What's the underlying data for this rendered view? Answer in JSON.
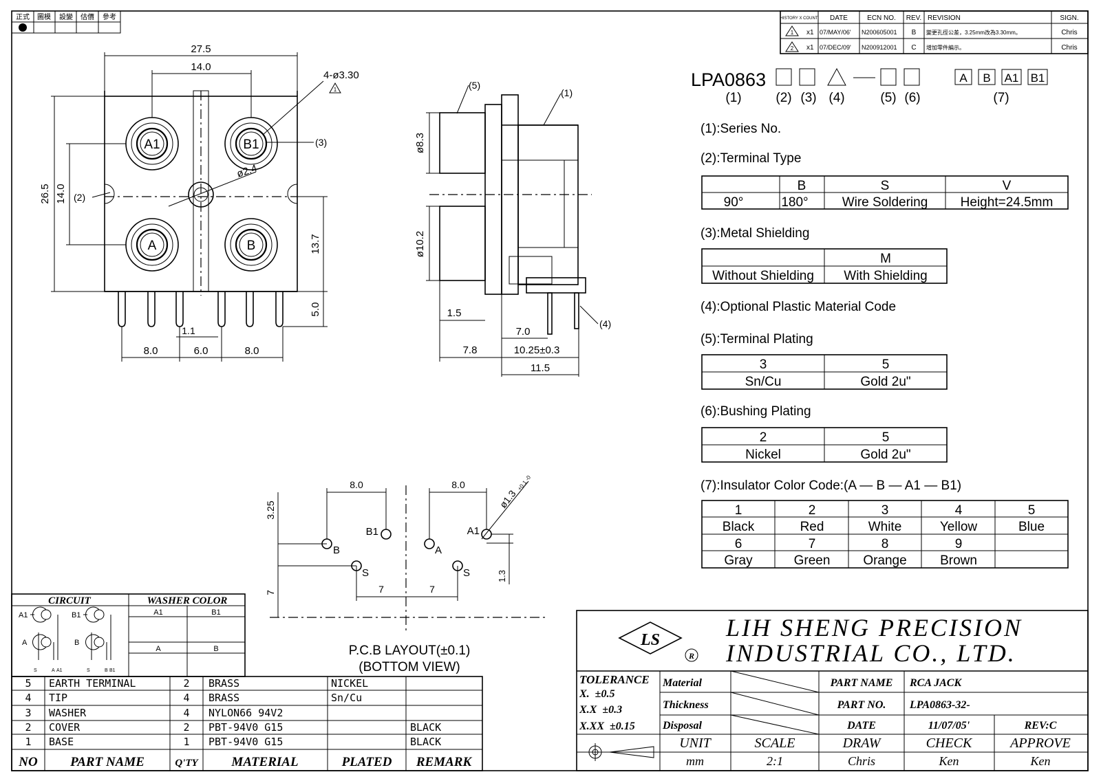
{
  "title_stamp": [
    "正式",
    "圖模",
    "設變",
    "估價",
    "參考"
  ],
  "revision_table": {
    "headers": [
      "HISTORY X COUNT",
      "DATE",
      "ECN NO.",
      "REV.",
      "REVISION",
      "SIGN."
    ],
    "rows": [
      {
        "count": "x1",
        "mark": "1",
        "date": "07/MAY/06'",
        "ecn": "N200605001",
        "rev": "B",
        "revision": "變更孔徑公差，3.25mm改為3.30mm。",
        "sign": "Chris"
      },
      {
        "count": "x1",
        "mark": "2",
        "date": "07/DEC/09'",
        "ecn": "N200912001",
        "rev": "C",
        "revision": "增加零件編示。",
        "sign": "Chris"
      }
    ]
  },
  "part_code": {
    "prefix": "LPA0863",
    "numbers": [
      "(1)",
      "(2)",
      "(3)",
      "(4)",
      "(5)",
      "(6)",
      "(7)"
    ],
    "color_boxes": [
      "A",
      "B",
      "A1",
      "B1"
    ]
  },
  "spec": {
    "series": "(1):Series No.",
    "terminal_type": {
      "title": "(2):Terminal Type",
      "headers": [
        "",
        "B",
        "S",
        "V"
      ],
      "values": [
        "90°",
        "180°",
        "Wire Soldering",
        "Height=24.5mm"
      ]
    },
    "metal_shielding": {
      "title": "(3):Metal Shielding",
      "headers": [
        "",
        "M"
      ],
      "values": [
        "Without Shielding",
        "With Shielding"
      ]
    },
    "plastic_code": "(4):Optional Plastic Material Code",
    "terminal_plating": {
      "title": "(5):Terminal Plating",
      "headers": [
        "3",
        "5"
      ],
      "values": [
        "Sn/Cu",
        "Gold 2u\""
      ]
    },
    "bushing_plating": {
      "title": "(6):Bushing Plating",
      "headers": [
        "2",
        "5"
      ],
      "values": [
        "Nickel",
        "Gold 2u\""
      ]
    },
    "insulator_color": {
      "title": "(7):Insulator Color Code:(A — B — A1 — B1)",
      "row1_codes": [
        "1",
        "2",
        "3",
        "4",
        "5"
      ],
      "row1_colors": [
        "Black",
        "Red",
        "White",
        "Yellow",
        "Blue"
      ],
      "row2_codes": [
        "6",
        "7",
        "8",
        "9",
        ""
      ],
      "row2_colors": [
        "Gray",
        "Green",
        "Orange",
        "Brown",
        ""
      ]
    }
  },
  "front_view": {
    "dims": {
      "width": "27.5",
      "pitch_top": "14.0",
      "holes": "4-ø3.30",
      "hole_mark": "1",
      "height": "26.5",
      "pitch_side": "14.0",
      "center_hole": "ø2.4",
      "body_height": "13.7",
      "pin_length": "5.0",
      "pin_width": "1.1",
      "pin_a": "8.0",
      "pin_b": "6.0",
      "pin_c": "8.0"
    },
    "jack_labels": [
      "A1",
      "B1",
      "A",
      "B"
    ],
    "callouts": [
      "(2)",
      "(3)"
    ]
  },
  "side_view": {
    "dims": {
      "d1": "ø8.3",
      "d2": "ø10.2",
      "c1": "1.5",
      "c2": "7.0",
      "c3": "7.8",
      "c4": "10.25±0.3",
      "c5": "11.5"
    },
    "callouts": [
      "(5)",
      "(1)",
      "(4)"
    ]
  },
  "pcb_layout": {
    "dims": {
      "top_left": "8.0",
      "top_right": "8.0",
      "v1": "3.25",
      "v2": "7",
      "h1": "7",
      "h2": "7",
      "hole": "ø1.3",
      "hole_tol": "+0.1 -0",
      "v3": "1.3"
    },
    "pads": [
      "B1",
      "B",
      "S",
      "A",
      "A1",
      "S"
    ],
    "caption_1": "P.C.B LAYOUT(±0.1)",
    "caption_2": "(BOTTOM VIEW)"
  },
  "circuit": {
    "header": "CIRCUIT",
    "washer_header": "WASHER COLOR",
    "washer_cols": [
      "A1",
      "B1"
    ],
    "washer_rows": [
      "A",
      "B"
    ],
    "jack_labels": [
      "A1",
      "B1",
      "A",
      "B"
    ],
    "pin_labels": [
      "S",
      "A",
      "A1",
      "S",
      "B",
      "B1"
    ]
  },
  "bom": {
    "headers": [
      "NO",
      "PART NAME",
      "Q'TY",
      "MATERIAL",
      "PLATED",
      "REMARK"
    ],
    "rows": [
      [
        "5",
        "EARTH TERMINAL",
        "2",
        "BRASS",
        "NICKEL",
        ""
      ],
      [
        "4",
        "TIP",
        "4",
        "BRASS",
        "Sn/Cu",
        ""
      ],
      [
        "3",
        "WASHER",
        "4",
        "NYLON66 94V2",
        "",
        ""
      ],
      [
        "2",
        "COVER",
        "2",
        "PBT-94V0 G15",
        "",
        "BLACK"
      ],
      [
        "1",
        "BASE",
        "1",
        "PBT-94V0 G15",
        "",
        "BLACK"
      ]
    ]
  },
  "title_block": {
    "company_line1": "LIH SHENG PRECISION",
    "company_line2": "INDUSTRIAL CO., LTD.",
    "logo_text": "LS",
    "registered": "R",
    "tolerance_title": "TOLERANCE",
    "tolerances": [
      "X.  ±0.5",
      "X.X  ±0.3",
      "X.XX  ±0.15"
    ],
    "material_label": "Material",
    "thickness_label": "Thickness",
    "disposal_label": "Disposal",
    "part_name_label": "PART NAME",
    "part_name": "RCA JACK",
    "part_no_label": "PART NO.",
    "part_no": "LPA0863-32-",
    "date_label": "DATE",
    "date": "11/07/05'",
    "rev": "REV:C",
    "unit_label": "UNIT",
    "unit": "mm",
    "scale_label": "SCALE",
    "scale": "2:1",
    "draw_label": "DRAW",
    "draw": "Chris",
    "check_label": "CHECK",
    "check": "Ken",
    "approve_label": "APPROVE",
    "approve": "Ken"
  }
}
